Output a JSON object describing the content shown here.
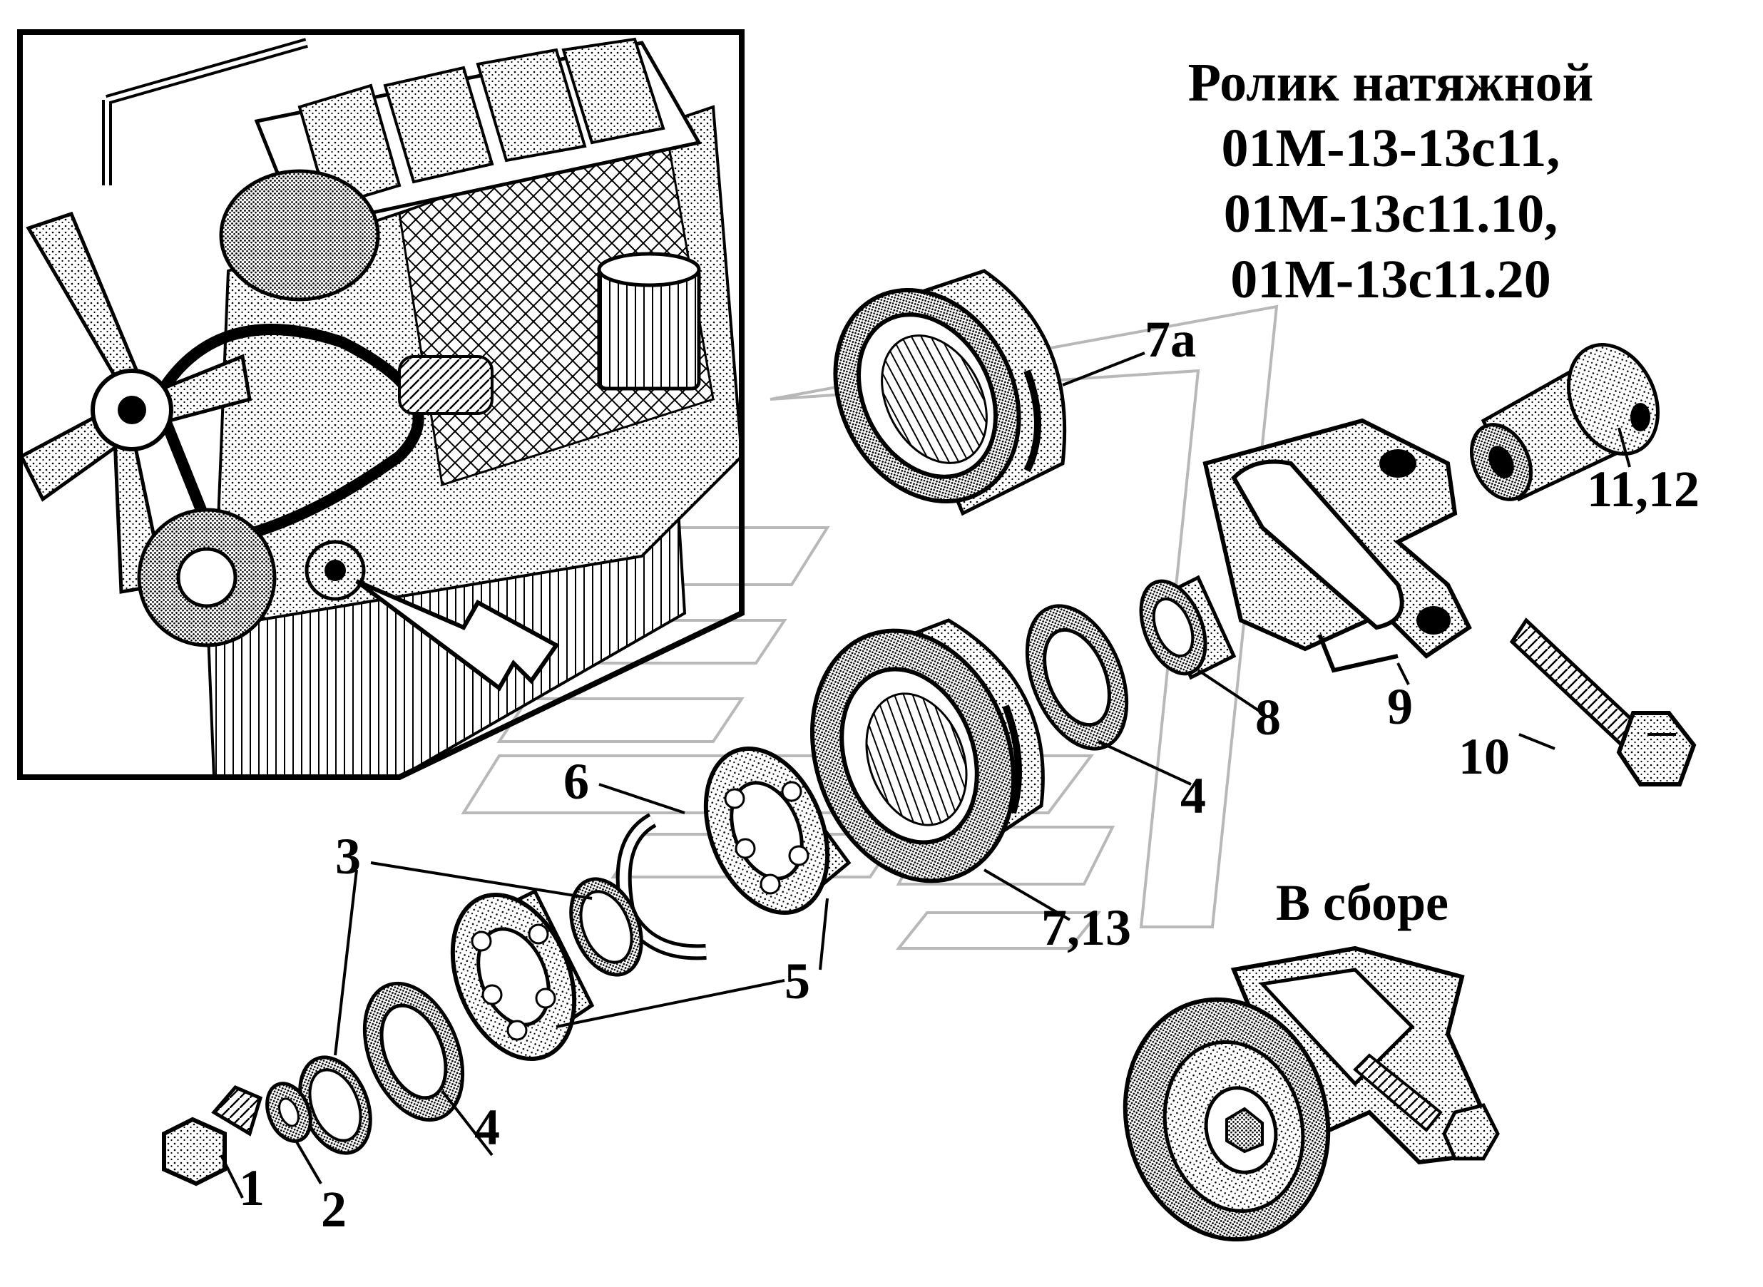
{
  "title": {
    "line1": "Ролик натяжной",
    "line2": "01М-13-13с11,",
    "line3": "01М-13с11.10,",
    "line4": "01М-13с11.20"
  },
  "assembled_label": "В сборе",
  "callouts": {
    "c1": "1",
    "c2": "2",
    "c3": "3",
    "c4_left": "4",
    "c4_right": "4",
    "c5": "5",
    "c6": "6",
    "c7_13": "7,13",
    "c7a": "7а",
    "c8": "8",
    "c9": "9",
    "c10": "10",
    "c11_12": "11,12"
  },
  "colors": {
    "ink": "#000000",
    "paper": "#ffffff",
    "watermark": "#b8b8b8"
  }
}
